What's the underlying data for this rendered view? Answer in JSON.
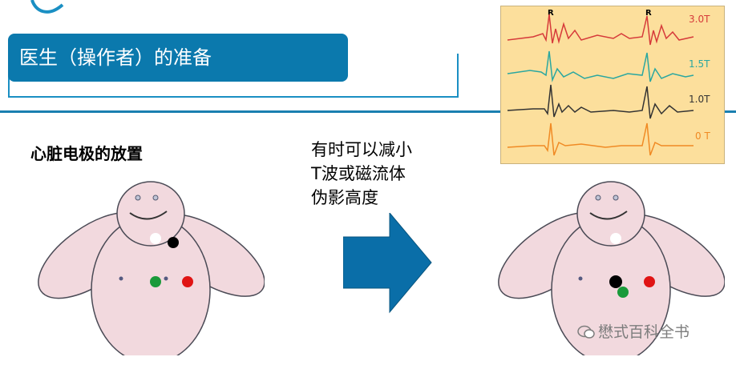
{
  "header": {
    "title": "医生（操作者）的准备"
  },
  "left_section": {
    "label": "心脏电极的放置"
  },
  "middle_note": {
    "line1": "有时可以减小",
    "line2": "T波或磁流体",
    "line3": "伪影高度"
  },
  "ecg_panel": {
    "r_label_1": "R",
    "r_label_2": "R",
    "traces": [
      {
        "label": "3.0T",
        "color": "#d63a3a"
      },
      {
        "label": "1.5T",
        "color": "#2aa7a0"
      },
      {
        "label": "1.0T",
        "color": "#333333"
      },
      {
        "label": "0 T",
        "color": "#f08a24"
      }
    ]
  },
  "electrodes": {
    "colors": {
      "white": "#ffffff",
      "black": "#000000",
      "green": "#1a9a3a",
      "red": "#e01414"
    }
  },
  "watermark": {
    "text": "懋式百科全书"
  },
  "colors": {
    "accent_blue": "#0b79ad",
    "arrow_blue": "#0a6ea8",
    "body_fill": "#f2d9de",
    "ecg_bg": "#fcdf9c"
  }
}
